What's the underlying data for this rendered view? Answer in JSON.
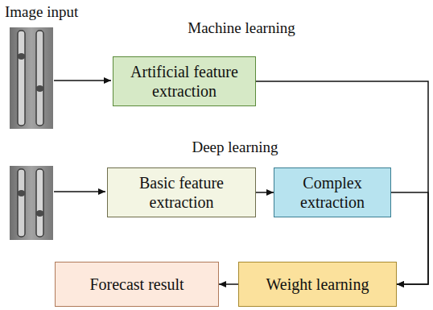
{
  "diagram": {
    "nodes": [
      {
        "text": [
          "Artificial feature extraction"
        ]
      },
      {
        "text": [
          "Basic feature extraction"
        ]
      },
      {
        "text": [
          "Complex extraction"
        ]
      },
      {
        "text": [
          "Forecast result"
        ]
      },
      {
        "text": [
          "Weight learning"
        ]
      }
    ],
    "edges": [
      {
        "from": 0,
        "to": 4,
        "arrow": "to"
      },
      {
        "from": 1,
        "to": 2,
        "arrow": "to"
      },
      {
        "from": 2,
        "to": 4,
        "arrow": "to"
      },
      {
        "from": 4,
        "to": 3,
        "arrow": "to"
      }
    ],
    "labels": [
      "Image input",
      "Machine learning",
      "Deep learning"
    ]
  }
}
